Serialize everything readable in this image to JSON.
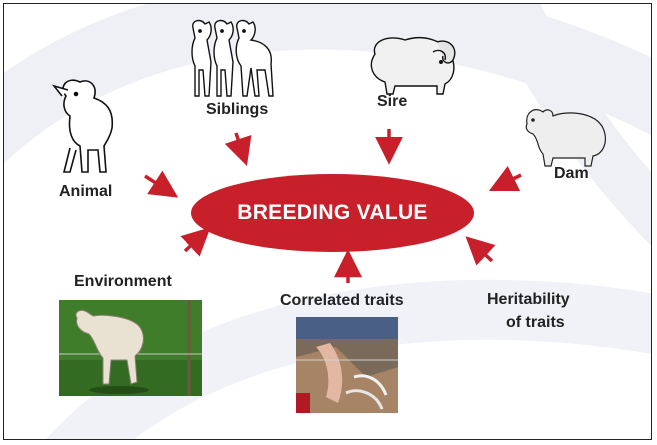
{
  "diagram": {
    "center_label": "BREEDING VALUE",
    "inputs": [
      {
        "id": "animal",
        "label": "Animal"
      },
      {
        "id": "siblings",
        "label": "Siblings"
      },
      {
        "id": "sire",
        "label": "Sire"
      },
      {
        "id": "dam",
        "label": "Dam"
      },
      {
        "id": "environment",
        "label": "Environment"
      },
      {
        "id": "correlated",
        "label": "Correlated traits"
      },
      {
        "id": "heritability_line1",
        "label": "Heritability"
      },
      {
        "id": "heritability_line2",
        "label": "of traits"
      }
    ],
    "arrow_color": "#c8202a",
    "ellipse_color": "#c8202a"
  }
}
